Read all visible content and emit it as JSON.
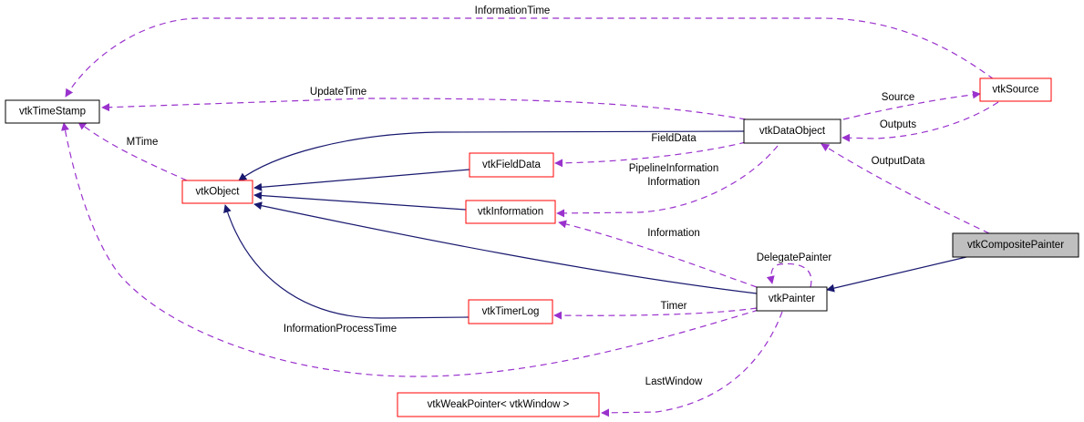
{
  "diagram": {
    "title": "vtkCompositePainter collaboration graph",
    "colors": {
      "inheritance_edge": "#191970",
      "usage_edge": "#9a32cd",
      "documented_node_border": "#000000",
      "undocumented_node_border": "#ff0000",
      "current_node_fill": "#bfbfbf"
    },
    "nodes": {
      "timestamp": "vtkTimeStamp",
      "source": "vtkSource",
      "dataobject": "vtkDataObject",
      "fielddata": "vtkFieldData",
      "object": "vtkObject",
      "information": "vtkInformation",
      "compositepainter": "vtkCompositePainter",
      "painter": "vtkPainter",
      "timerlog": "vtkTimerLog",
      "weakpointer": "vtkWeakPointer< vtkWindow >"
    },
    "edge_labels": {
      "information_time": "InformationTime",
      "update_time": "UpdateTime",
      "mtime": "MTime",
      "source": "Source",
      "outputs": "Outputs",
      "field_data": "FieldData",
      "output_data": "OutputData",
      "pipeline_information": "PipelineInformation",
      "information_1": "Information",
      "information_2": "Information",
      "delegate_painter": "DelegatePainter",
      "timer": "Timer",
      "information_process_time": "InformationProcessTime",
      "last_window": "LastWindow"
    }
  }
}
